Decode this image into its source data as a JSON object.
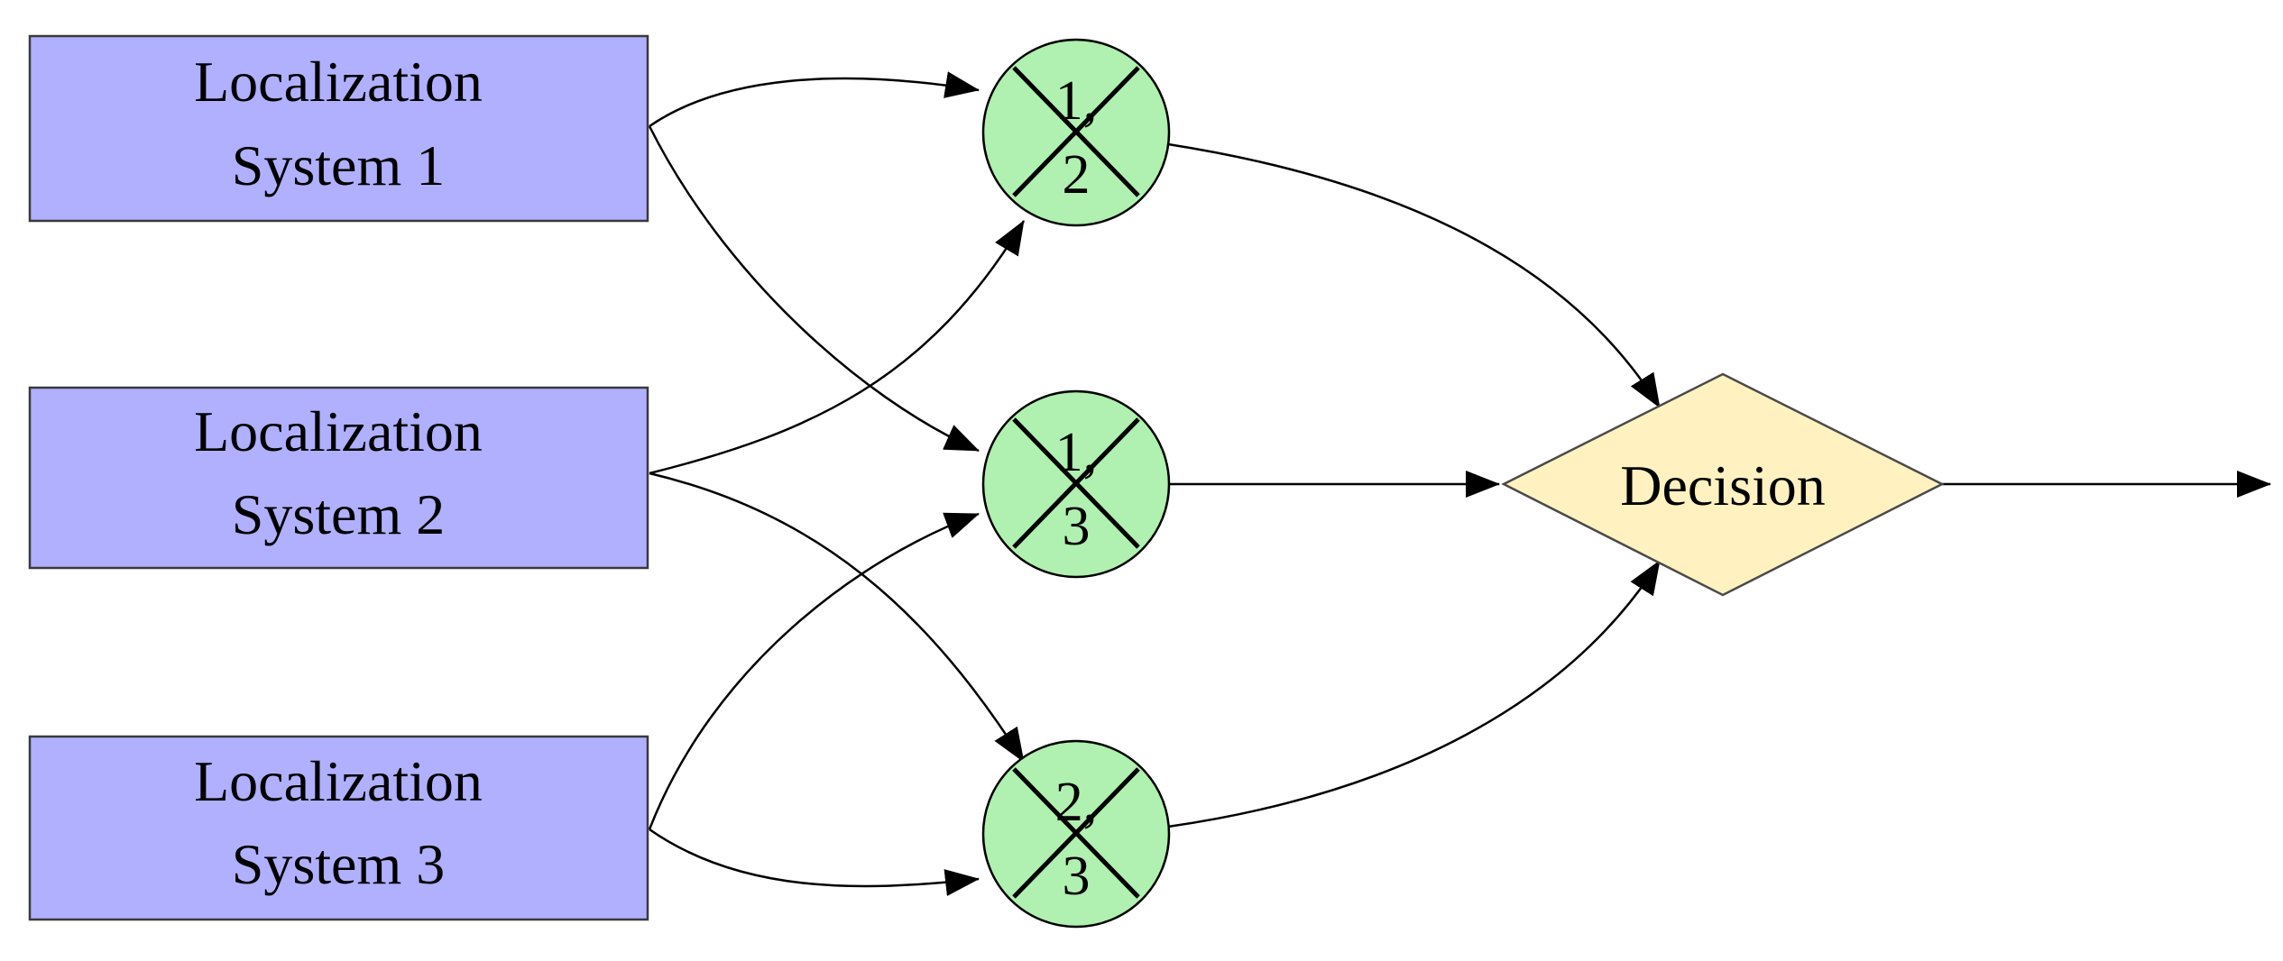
{
  "systems": [
    {
      "line1": "Localization",
      "line2": "System 1"
    },
    {
      "line1": "Localization",
      "line2": "System 2"
    },
    {
      "line1": "Localization",
      "line2": "System 3"
    }
  ],
  "fusion_nodes": [
    {
      "top": "1,",
      "bottom": "2"
    },
    {
      "top": "1,",
      "bottom": "3"
    },
    {
      "top": "2,",
      "bottom": "3"
    }
  ],
  "decision": {
    "label": "Decision"
  },
  "colors": {
    "system_fill": "#b0b0ff",
    "fusion_fill": "#b0f0b0",
    "decision_fill": "#fff2c0",
    "line": "#000000"
  }
}
